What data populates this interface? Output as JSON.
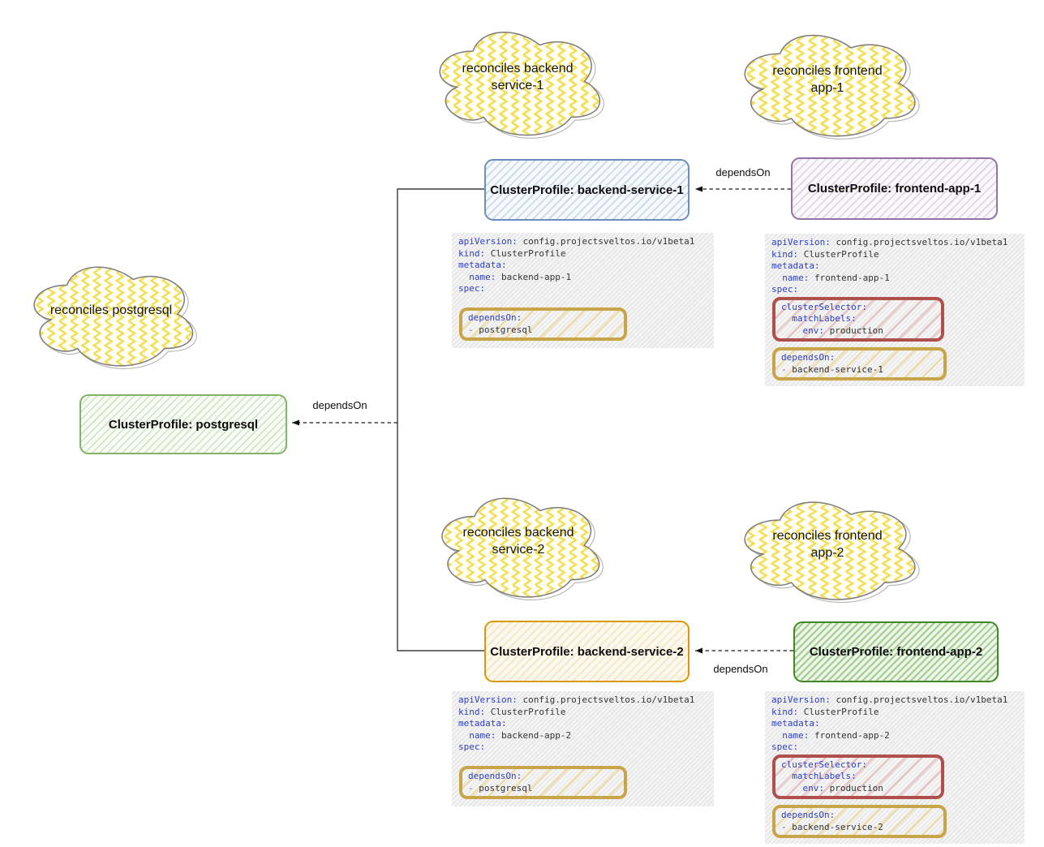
{
  "clouds": [
    {
      "label": "reconciles backend\nservice-1"
    },
    {
      "label": "reconciles frontend\napp-1"
    },
    {
      "label": "reconciles postgresql"
    },
    {
      "label": "reconciles backend\nservice-2"
    },
    {
      "label": "reconciles frontend\napp-2"
    }
  ],
  "nodes": [
    {
      "title": "ClusterProfile: backend-service-1",
      "accent": "#6c8ebf"
    },
    {
      "title": "ClusterProfile: frontend-app-1",
      "accent": "#9673a6"
    },
    {
      "title": "ClusterProfile: postgresql",
      "accent": "#82b366"
    },
    {
      "title": "ClusterProfile: backend-service-2",
      "accent": "#d79b00"
    },
    {
      "title": "ClusterProfile: frontend-app-2",
      "accent": "#3f8a26"
    }
  ],
  "edges": [
    {
      "label": "dependsOn"
    },
    {
      "label": "dependsOn"
    },
    {
      "label": "dependsOn"
    }
  ],
  "colors": {
    "cloud_fill": "#fffef4",
    "cloud_zigzag": "#f2de56",
    "cloud_stroke": "#7b7b7b",
    "yaml_background": "#ececec",
    "yaml_key": "#2c3ec2",
    "yaml_value": "#333333",
    "yaml_dash": "#a94462",
    "highlight_gold_border": "#c9a54a",
    "highlight_red_border": "#b0504c"
  },
  "yaml_blocks": [
    {
      "id": "backend-app-1",
      "segments": [
        {
          "style": "plain",
          "lines": [
            [
              [
                "k",
                "apiVersion:"
              ],
              [
                "v",
                " config.projectsveltos.io/v1beta1"
              ]
            ],
            [
              [
                "k",
                "kind:"
              ],
              [
                "v",
                " ClusterProfile"
              ]
            ],
            [
              [
                "k",
                "metadata:"
              ]
            ],
            [
              [
                "v",
                "  "
              ],
              [
                "k",
                "name:"
              ],
              [
                "v",
                " backend-app-1"
              ]
            ],
            [
              [
                "k",
                "spec:"
              ]
            ],
            []
          ]
        },
        {
          "style": "gold",
          "lines": [
            [
              [
                "k",
                "dependsOn:"
              ]
            ],
            [
              [
                "d",
                "- "
              ],
              [
                "v",
                "postgresql"
              ]
            ]
          ]
        }
      ]
    },
    {
      "id": "frontend-app-1",
      "segments": [
        {
          "style": "plain",
          "lines": [
            [
              [
                "k",
                "apiVersion:"
              ],
              [
                "v",
                " config.projectsveltos.io/v1beta1"
              ]
            ],
            [
              [
                "k",
                "kind:"
              ],
              [
                "v",
                " ClusterProfile"
              ]
            ],
            [
              [
                "k",
                "metadata:"
              ]
            ],
            [
              [
                "v",
                "  "
              ],
              [
                "k",
                "name:"
              ],
              [
                "v",
                " frontend-app-1"
              ]
            ],
            [
              [
                "k",
                "spec:"
              ]
            ]
          ]
        },
        {
          "style": "red",
          "lines": [
            [
              [
                "k",
                "clusterSelector:"
              ]
            ],
            [
              [
                "v",
                "  "
              ],
              [
                "k",
                "matchLabels:"
              ]
            ],
            [
              [
                "v",
                "    "
              ],
              [
                "k",
                "env:"
              ],
              [
                "v",
                " production"
              ]
            ]
          ]
        },
        {
          "style": "gold",
          "lines": [
            [
              [
                "k",
                "dependsOn:"
              ]
            ],
            [
              [
                "d",
                "- "
              ],
              [
                "v",
                "backend-service-1"
              ]
            ]
          ]
        }
      ]
    },
    {
      "id": "backend-app-2",
      "segments": [
        {
          "style": "plain",
          "lines": [
            [
              [
                "k",
                "apiVersion:"
              ],
              [
                "v",
                " config.projectsveltos.io/v1beta1"
              ]
            ],
            [
              [
                "k",
                "kind:"
              ],
              [
                "v",
                " ClusterProfile"
              ]
            ],
            [
              [
                "k",
                "metadata:"
              ]
            ],
            [
              [
                "v",
                "  "
              ],
              [
                "k",
                "name:"
              ],
              [
                "v",
                " backend-app-2"
              ]
            ],
            [
              [
                "k",
                "spec:"
              ]
            ],
            []
          ]
        },
        {
          "style": "gold",
          "lines": [
            [
              [
                "k",
                "dependsOn:"
              ]
            ],
            [
              [
                "d",
                "- "
              ],
              [
                "v",
                "postgresql"
              ]
            ]
          ]
        }
      ]
    },
    {
      "id": "frontend-app-2",
      "segments": [
        {
          "style": "plain",
          "lines": [
            [
              [
                "k",
                "apiVersion:"
              ],
              [
                "v",
                " config.projectsveltos.io/v1beta1"
              ]
            ],
            [
              [
                "k",
                "kind:"
              ],
              [
                "v",
                " ClusterProfile"
              ]
            ],
            [
              [
                "k",
                "metadata:"
              ]
            ],
            [
              [
                "v",
                "  "
              ],
              [
                "k",
                "name:"
              ],
              [
                "v",
                " frontend-app-2"
              ]
            ],
            [
              [
                "k",
                "spec:"
              ]
            ]
          ]
        },
        {
          "style": "red",
          "lines": [
            [
              [
                "k",
                "clusterSelector:"
              ]
            ],
            [
              [
                "v",
                "  "
              ],
              [
                "k",
                "matchLabels:"
              ]
            ],
            [
              [
                "v",
                "    "
              ],
              [
                "k",
                "env:"
              ],
              [
                "v",
                " production"
              ]
            ]
          ]
        },
        {
          "style": "gold",
          "lines": [
            [
              [
                "k",
                "dependsOn:"
              ]
            ],
            [
              [
                "d",
                "- "
              ],
              [
                "v",
                "backend-service-2"
              ]
            ]
          ]
        }
      ]
    }
  ]
}
